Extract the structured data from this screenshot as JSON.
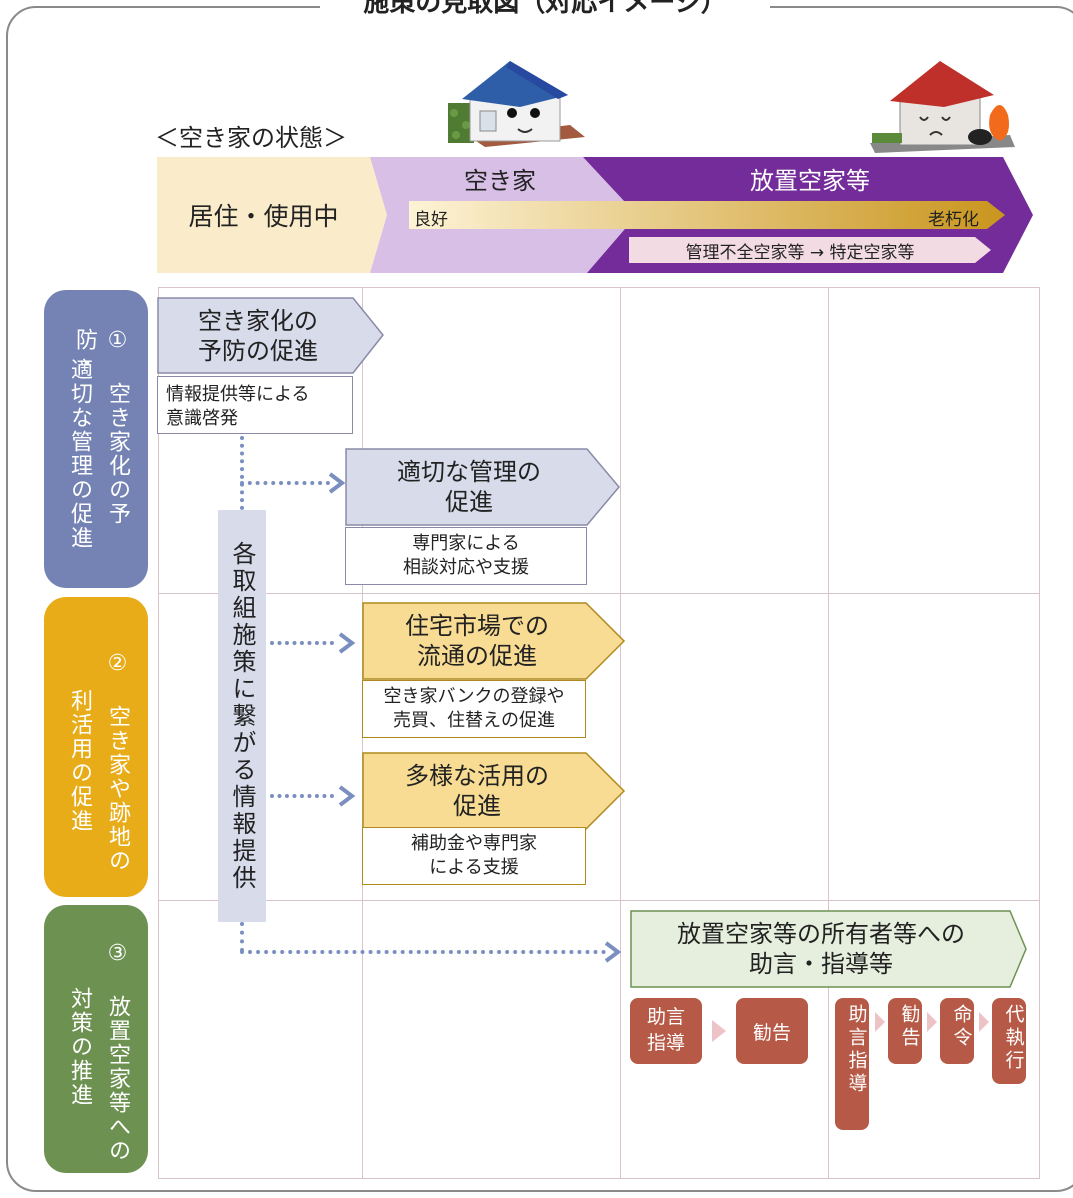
{
  "title": "施策の見取図（対応イメージ）",
  "state_label": "＜空き家の状態＞",
  "states": {
    "living": "居住・使用中",
    "vacant": "空き家",
    "neglected": "放置空家等",
    "good": "良好",
    "decay": "老朽化",
    "management": "管理不全空家等 → 特定空家等"
  },
  "categories": [
    {
      "line1": "① 空き家化の予防・",
      "line2": "適切な管理の促進",
      "color": "#7483b3"
    },
    {
      "line1": "② 空き家や跡地の",
      "line2": "利活用の促進",
      "color": "#e9ac19"
    },
    {
      "line1": "③ 放置空家等への",
      "line2": "対策の推進",
      "color": "#6c9150"
    }
  ],
  "info_bar": "各取組施策に繋がる情報提供",
  "measures": [
    {
      "title_l1": "空き家化の",
      "title_l2": "予防の促進",
      "desc_l1": "情報提供等による",
      "desc_l2": "意識啓発"
    },
    {
      "title_l1": "適切な管理の",
      "title_l2": "促進",
      "desc_l1": "専門家による",
      "desc_l2": "相談対応や支援"
    },
    {
      "title_l1": "住宅市場での",
      "title_l2": "流通の促進",
      "desc_l1": "空き家バンクの登録や",
      "desc_l2": "売買、住替えの促進"
    },
    {
      "title_l1": "多様な活用の",
      "title_l2": "促進",
      "desc_l1": "補助金や専門家",
      "desc_l2": "による支援"
    },
    {
      "title_l1": "放置空家等の所有者等への",
      "title_l2": "助言・指導等"
    }
  ],
  "steps": {
    "a1": "助言",
    "a2": "指導",
    "b": "勧告",
    "c": "助言指導",
    "d": "勧告",
    "e": "命令",
    "f": "代執行"
  },
  "colors": {
    "living": "#faeccb",
    "vacant": "#d8bfe6",
    "neglected": "#742c9a",
    "cat1": "#7483b3",
    "cat2": "#e9ac19",
    "cat3": "#6c9150",
    "measure_blue": "#d7dbea",
    "measure_yellow": "#f8dc93",
    "measure_green": "#e6efdd",
    "step": "#b65a47"
  }
}
